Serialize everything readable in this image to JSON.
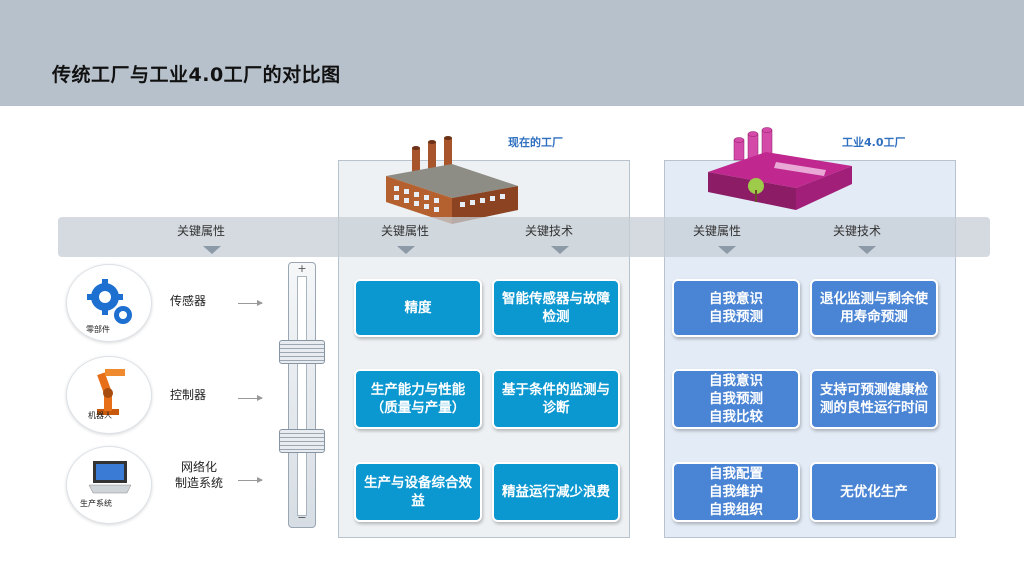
{
  "page_title": "传统工厂与工业4.0工厂的对比图",
  "factories": {
    "now": {
      "label": "现在的工厂"
    },
    "industry40": {
      "label": "工业4.0工厂"
    }
  },
  "banner": {
    "labels": [
      "关键属性",
      "关键属性",
      "关键技术",
      "关键属性",
      "关键技术"
    ]
  },
  "left_items": [
    {
      "circle_caption": "零部件",
      "label": "传感器",
      "icon": "gear-icon"
    },
    {
      "circle_caption": "机器人",
      "label": "控制器",
      "icon": "robot-arm-icon"
    },
    {
      "circle_caption": "生产系统",
      "label": "网络化\n制造系统",
      "icon": "laptop-icon"
    }
  ],
  "slider": {
    "plus": "+",
    "minus": "−"
  },
  "now_boxes": {
    "attributes": [
      "精度",
      "生产能力与性能（质量与产量）",
      "生产与设备综合效益"
    ],
    "technologies": [
      "智能传感器与故障检测",
      "基于条件的监测与诊断",
      "精益运行减少浪费"
    ]
  },
  "industry40_boxes": {
    "attributes": [
      "自我意识\n自我预测",
      "自我意识\n自我预测\n自我比较",
      "自我配置\n自我维护\n自我组织"
    ],
    "technologies": [
      "退化监测与剩余使用寿命预测",
      "支持可预测健康检测的良性运行时间",
      "无优化生产"
    ]
  },
  "colors": {
    "header": "#b7c1cb",
    "now_box": "#0b97d0",
    "industry40_box": "#4a84d4",
    "label_blue": "#2f6fc0",
    "factory_roof_pink": "#c0278f"
  }
}
